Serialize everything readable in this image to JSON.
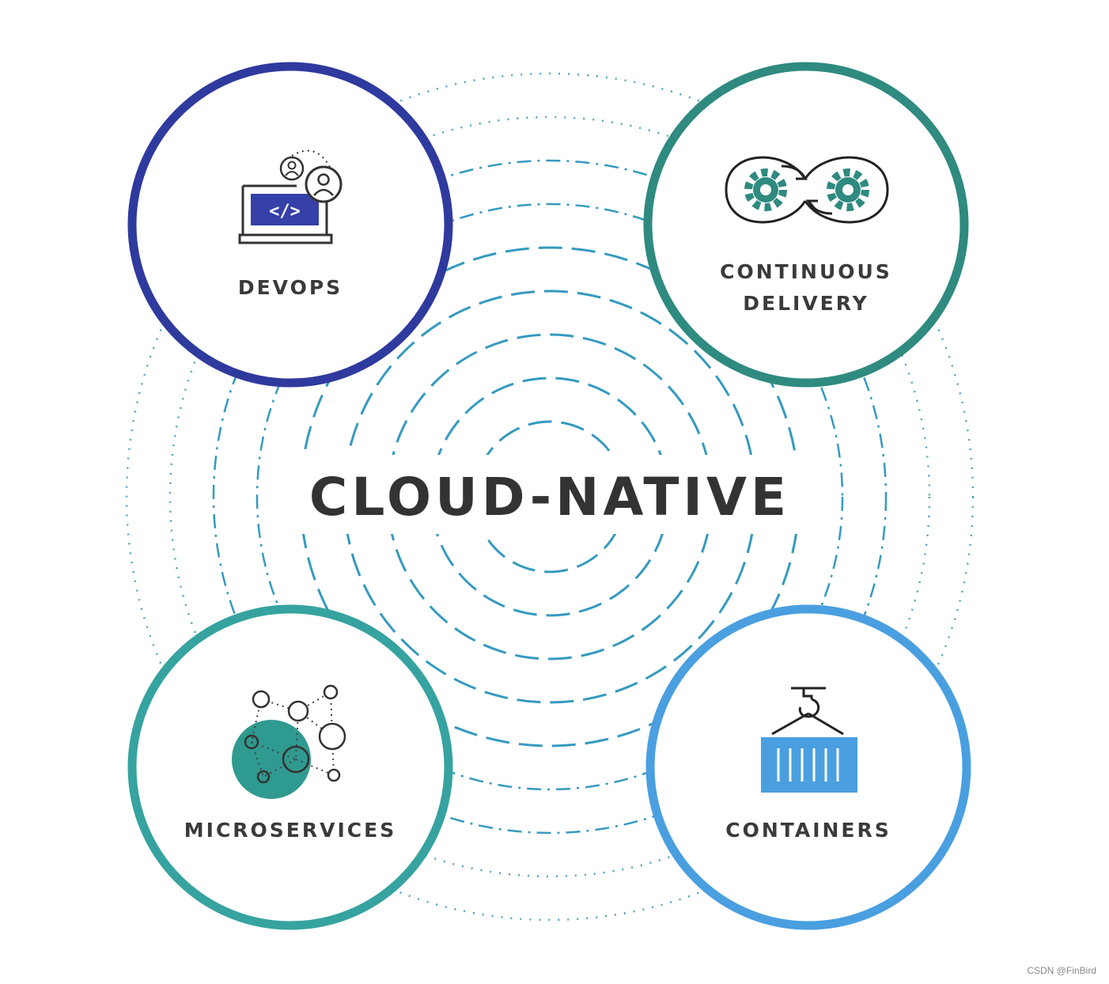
{
  "title": "CLOUD-NATIVE",
  "colors": {
    "devops": "#2f3a9e",
    "continuous_delivery": "#2f8a80",
    "microservices": "#36a3a0",
    "containers": "#4a9fe0",
    "waves": "#1f8fb8",
    "text": "#333333"
  },
  "nodes": [
    {
      "id": "devops",
      "label_lines": [
        "DEVOPS"
      ],
      "icon": "laptop-code-users-icon"
    },
    {
      "id": "continuous_delivery",
      "label_lines": [
        "CONTINUOUS",
        "DELIVERY"
      ],
      "icon": "infinity-gears-icon"
    },
    {
      "id": "microservices",
      "label_lines": [
        "MICROSERVICES"
      ],
      "icon": "network-nodes-icon"
    },
    {
      "id": "containers",
      "label_lines": [
        "CONTAINERS"
      ],
      "icon": "shipping-container-hook-icon"
    }
  ],
  "watermark": "CSDN @FinBird"
}
